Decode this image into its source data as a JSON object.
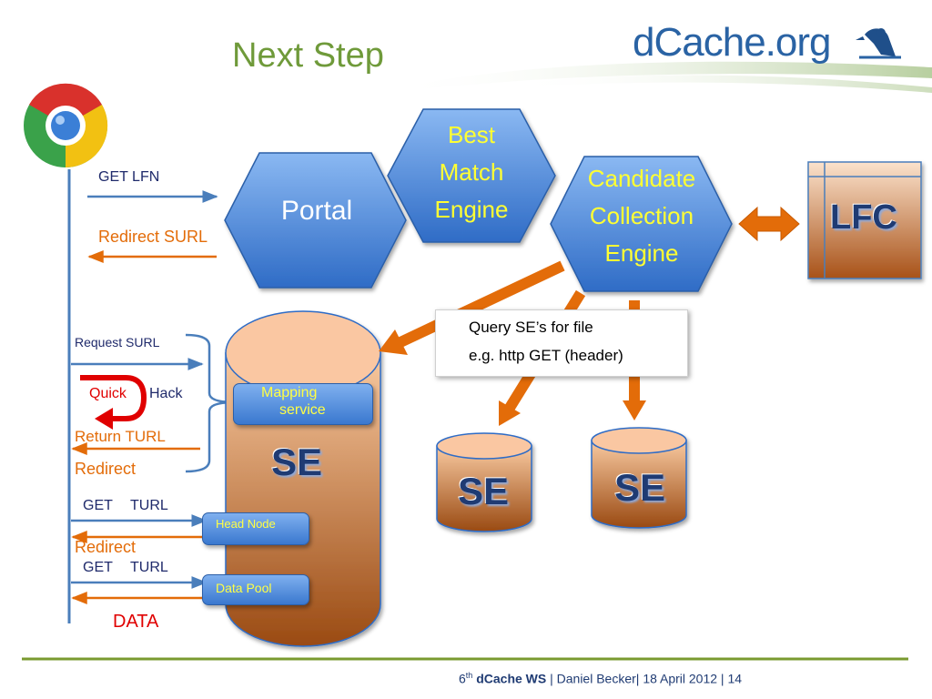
{
  "title": "Next Step",
  "logo": {
    "text": "dCache.org",
    "icon": "bird-icon"
  },
  "hexagons": {
    "portal": "Portal",
    "best_match": [
      "Best",
      "Match",
      "Engine"
    ],
    "candidate": [
      "Candidate",
      "Collection",
      "Engine"
    ]
  },
  "lfc": "LFC",
  "se_labels": {
    "main": "SE",
    "second": "SE",
    "third": "SE"
  },
  "boxes": {
    "mapping": [
      "Mapping",
      "service"
    ],
    "head_node": "Head Node",
    "data_pool": "Data Pool"
  },
  "note": [
    "Query SE’s for file",
    "e.g. http  GET (header)"
  ],
  "flow": {
    "get_lfn": "GET LFN",
    "redirect_surl": "Redirect SURL",
    "request_surl": "Request SURL",
    "quick": "Quick",
    "hack": "Hack",
    "return_turl": "Return TURL",
    "redirect1": "Redirect",
    "get1": "GET",
    "turl1": "TURL",
    "redirect2": "Redirect",
    "get2": "GET",
    "turl2": "TURL",
    "data": "DATA"
  },
  "footer": {
    "prefix": "6",
    "sup": "th",
    "bold": "dCache WS",
    "rest": " | Daniel Becker| 18 April 2012 | 14"
  },
  "colors": {
    "title_green": "#6f9a3a",
    "arrow_blue": "#4a7ebb",
    "arrow_orange": "#e36c09",
    "footer_rule": "#7a9a2f"
  }
}
